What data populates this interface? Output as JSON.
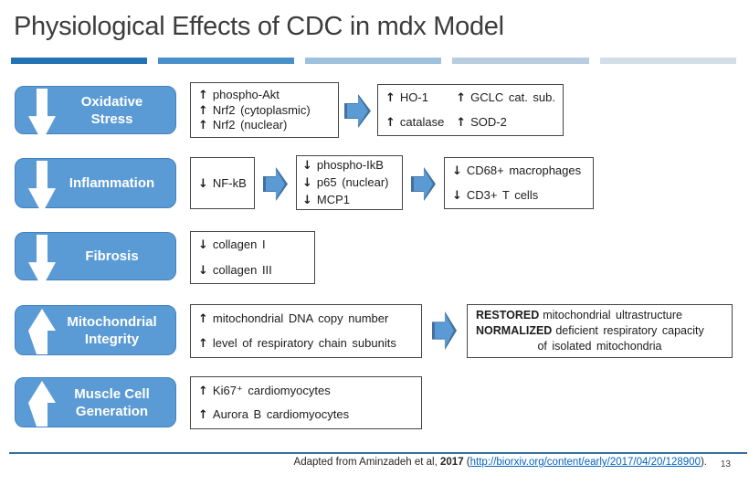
{
  "title": "Physiological Effects of CDC in mdx Model",
  "theme": {
    "accent_blue": "#5b9bd5",
    "accent_blue_border": "#4181bf",
    "chevron_border": "#41719c",
    "box_border": "#454545",
    "title_color": "#3d3d3d",
    "footer_rule": "#35709e",
    "link_color": "#0563c1",
    "divider": [
      "#2272b4",
      "#4a90c8",
      "#9fc1de",
      "#b8cddf",
      "#d3dee8"
    ]
  },
  "rows": [
    {
      "name": "oxidative-stress",
      "direction": "down",
      "label_line1": "Oxidative",
      "label_line2": "Stress",
      "boxes": [
        {
          "lines": [
            {
              "icon": "↑",
              "text": "phospho-Akt"
            },
            {
              "icon": "↑",
              "text": "Nrf2 (cytoplasmic)"
            },
            {
              "icon": "↑",
              "text": "Nrf2 (nuclear)"
            }
          ]
        },
        {
          "columns": [
            [
              {
                "icon": "↑",
                "text": "HO-1"
              },
              {
                "icon": "↑",
                "text": "catalase"
              }
            ],
            [
              {
                "icon": "↑",
                "text": "GCLC cat. sub."
              },
              {
                "icon": "↑",
                "text": "SOD-2"
              }
            ]
          ]
        }
      ]
    },
    {
      "name": "inflammation",
      "direction": "down",
      "label_line1": "Inflammation",
      "boxes": [
        {
          "lines": [
            {
              "icon": "↓",
              "text": "NF-kB"
            }
          ]
        },
        {
          "lines": [
            {
              "icon": "↓",
              "text": "phospho-IkB"
            },
            {
              "icon": "↓",
              "text": "p65 (nuclear)"
            },
            {
              "icon": "↓",
              "text": "MCP1"
            }
          ]
        },
        {
          "lines": [
            {
              "icon": "↓",
              "text": "CD68+ macrophages"
            },
            {
              "icon": "↓",
              "text": "CD3+ T cells"
            }
          ]
        }
      ]
    },
    {
      "name": "fibrosis",
      "direction": "down",
      "label_line1": "Fibrosis",
      "boxes": [
        {
          "lines": [
            {
              "icon": "↓",
              "text": "collagen I"
            },
            {
              "icon": "↓",
              "text": "collagen III"
            }
          ]
        }
      ]
    },
    {
      "name": "mitochondrial-integrity",
      "direction": "up",
      "label_line1": "Mitochondrial",
      "label_line2": "Integrity",
      "boxes": [
        {
          "lines": [
            {
              "icon": "↑",
              "text": "mitochondrial DNA copy number"
            },
            {
              "icon": "↑",
              "text": "level of respiratory chain subunits"
            }
          ]
        },
        {
          "result_lines": [
            {
              "lead": "RESTORED",
              "rest": "mitochondrial ultrastructure"
            },
            {
              "lead": "NORMALIZED",
              "rest": "deficient respiratory capacity"
            },
            {
              "lead": "",
              "rest": "of isolated mitochondria"
            }
          ]
        }
      ]
    },
    {
      "name": "muscle-cell-generation",
      "direction": "up",
      "label_line1": "Muscle Cell",
      "label_line2": "Generation",
      "boxes": [
        {
          "lines": [
            {
              "icon": "↑",
              "text": "Ki67⁺ cardiomyocytes"
            },
            {
              "icon": "↑",
              "text": "Aurora B cardiomyocytes"
            }
          ]
        }
      ]
    }
  ],
  "footer": {
    "credit_prefix": "Adapted from Aminzadeh et al, ",
    "credit_year": "2017",
    "credit_open": " (",
    "link_url": "http://biorxiv.org/content/early/2017/04/20/128900",
    "credit_close": ").",
    "page_number": "13"
  }
}
